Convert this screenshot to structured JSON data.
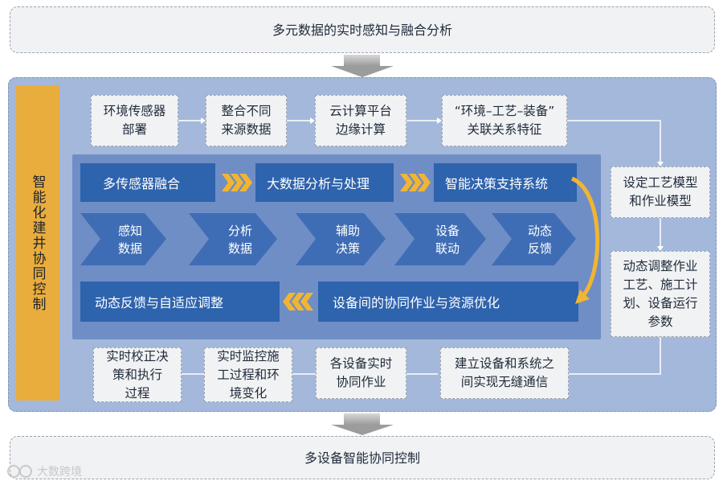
{
  "top_banner": "多元数据的实时感知与融合分析",
  "bottom_banner": "多设备智能协同控制",
  "side_label": "智能化建井协同控制",
  "top_flow": [
    "环境传感器\n部署",
    "整合不同\n来源数据",
    "云计算平台\n边缘计算",
    "“环境–工艺–装备”\n关联关系特征"
  ],
  "right_flow": [
    "设定工艺模型\n和作业模型",
    "动态调整作业\n工艺、施工计\n划、设备运行\n参数"
  ],
  "bottom_flow": [
    "建立设备和系统之\n间实现无缝通信",
    "各设备实时\n协同作业",
    "实时监控施\n工过程和环\n境变化",
    "实时校正决\n策和执行\n过程"
  ],
  "inner_row1": [
    "多传感器融合",
    "大数据分析与处理",
    "智能决策支持系统"
  ],
  "inner_chevrons": [
    "感知\n数据",
    "分析\n数据",
    "辅助\n决策",
    "设备\n联动",
    "动态\n反馈"
  ],
  "inner_row3": [
    "动态反馈与自适应调整",
    "设备间的协同作业与资源优化"
  ],
  "watermark": "大数跨境",
  "colors": {
    "sidebar": "#e8ad3c",
    "frame": "#a3b8db",
    "inner_panel": "#6f8ec5",
    "blue_bar": "#2e63ad",
    "chevron": "#3f6db5",
    "accent_arrow": "#f2b531"
  }
}
